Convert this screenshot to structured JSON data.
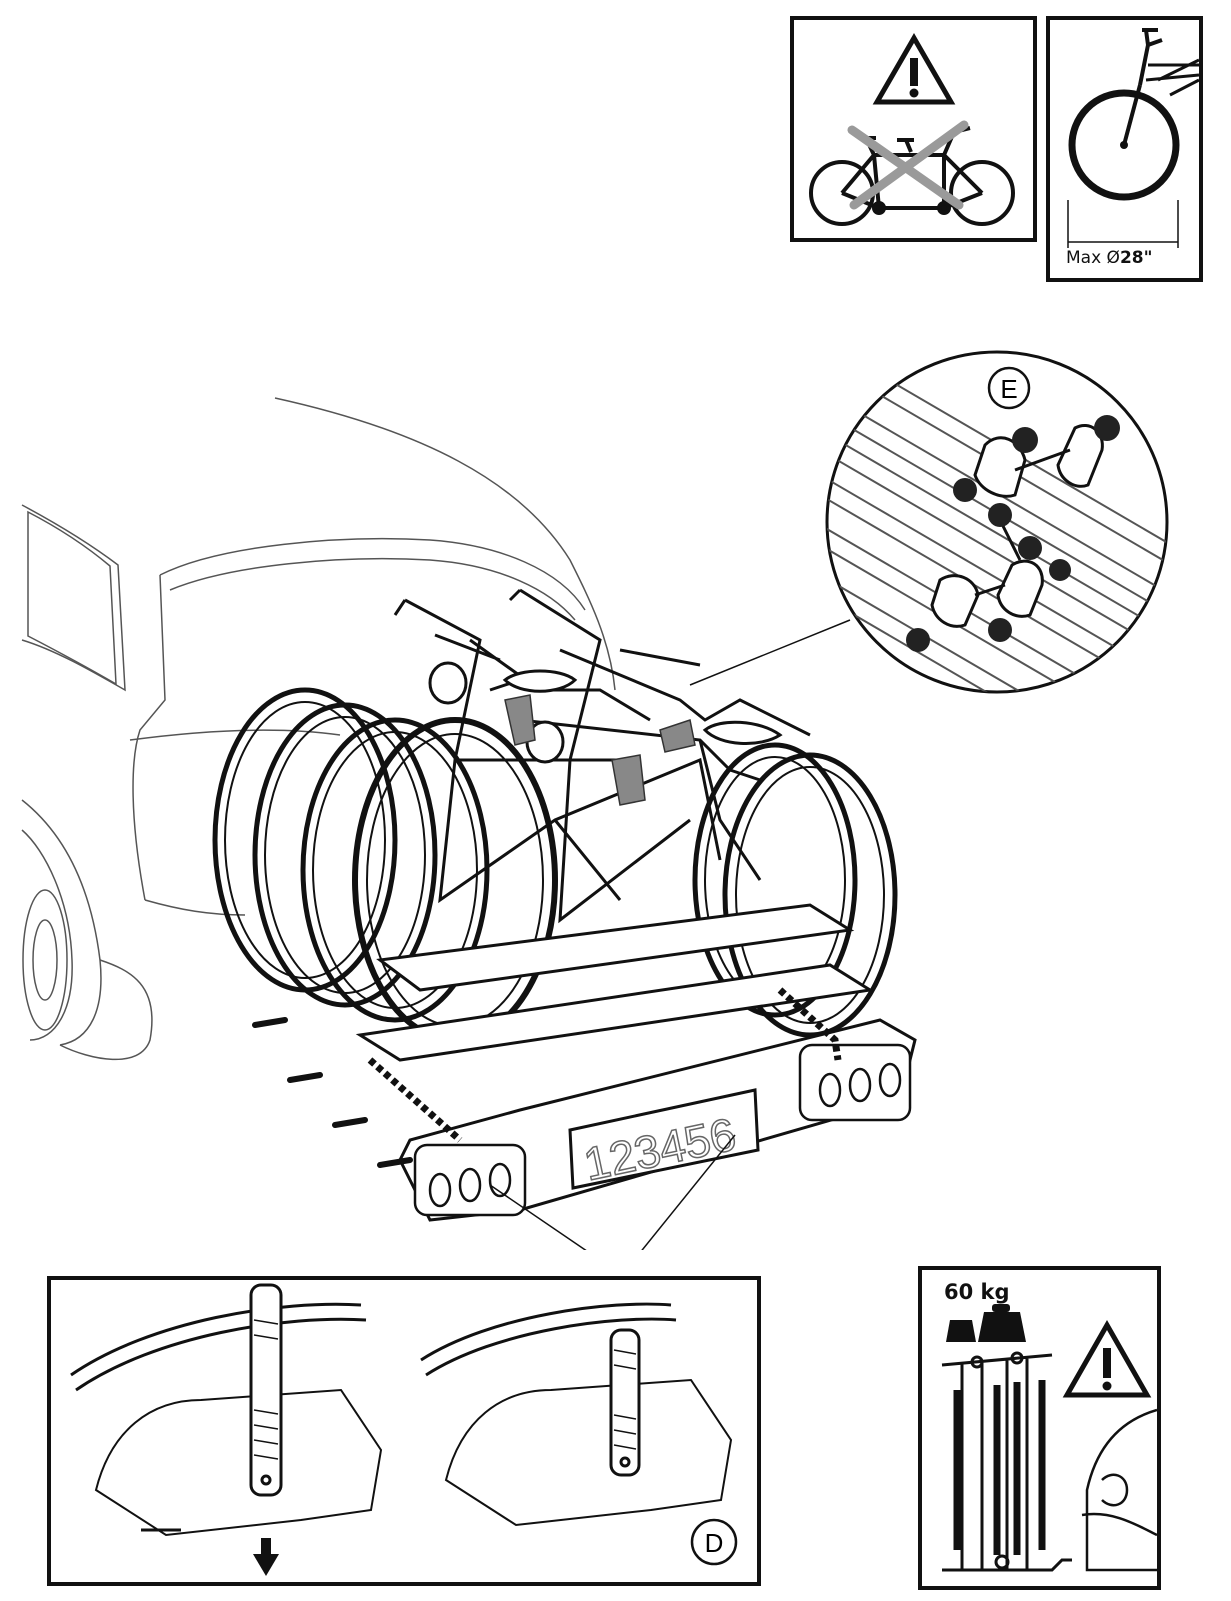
{
  "panels": {
    "tandem_warning": {
      "crossed": true
    },
    "wheel_size": {
      "label_prefix": "Max Ø",
      "label_value": "28\""
    }
  },
  "main": {
    "license_plate": "123456",
    "detail_e_label": "E"
  },
  "strap_detail": {
    "label": "D"
  },
  "load_warning": {
    "weight_label": "60 kg"
  },
  "icons": [
    "warning-triangle-icon",
    "tandem-bicycle-icon",
    "bicycle-wheel-icon",
    "weight-icon",
    "arrow-down-icon"
  ]
}
